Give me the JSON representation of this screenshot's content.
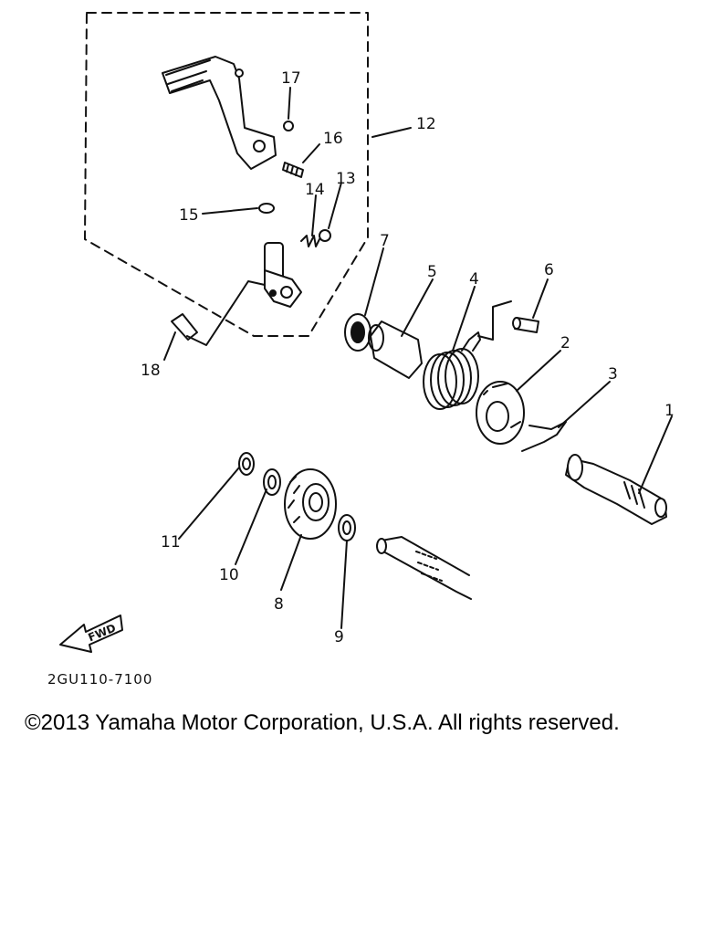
{
  "diagram": {
    "callouts": [
      "1",
      "2",
      "3",
      "4",
      "5",
      "6",
      "7",
      "8",
      "9",
      "10",
      "11",
      "12",
      "13",
      "14",
      "15",
      "16",
      "17",
      "18"
    ],
    "direction_arrow": "FWD",
    "drawing_code": "2GU110-7100",
    "icons": [
      "kick-pedal-icon",
      "kick-boss-icon",
      "spring-icon",
      "collar-icon",
      "bearing-icon",
      "gear-icon",
      "washer-icon",
      "circlip-icon",
      "axle-icon",
      "arrow-icon"
    ]
  },
  "footer": {
    "copyright": "©2013 Yamaha Motor Corporation, U.S.A. All rights reserved."
  }
}
